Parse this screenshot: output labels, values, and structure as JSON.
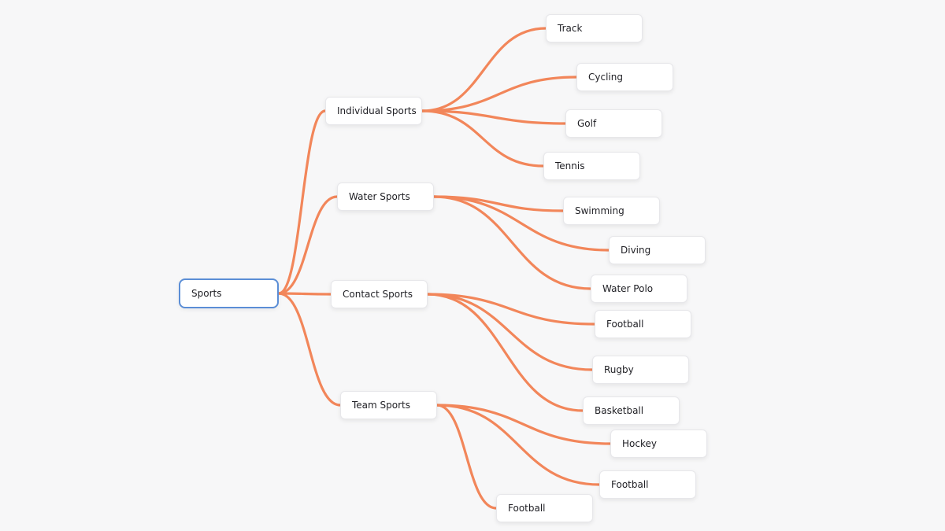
{
  "mindmap": {
    "edge_color": "#f2865a",
    "root_border_color": "#5b8ed6",
    "root": {
      "label": "Sports"
    },
    "branches": [
      {
        "label": "Individual Sports",
        "children": [
          "Track",
          "Cycling",
          "Golf",
          "Tennis"
        ]
      },
      {
        "label": "Water Sports",
        "children": [
          "Swimming",
          "Diving",
          "Water Polo"
        ]
      },
      {
        "label": "Contact Sports",
        "children": [
          "Football",
          "Rugby",
          "Basketball"
        ]
      },
      {
        "label": "Team Sports",
        "children": [
          "Hockey",
          "Football",
          "Football"
        ]
      }
    ]
  }
}
